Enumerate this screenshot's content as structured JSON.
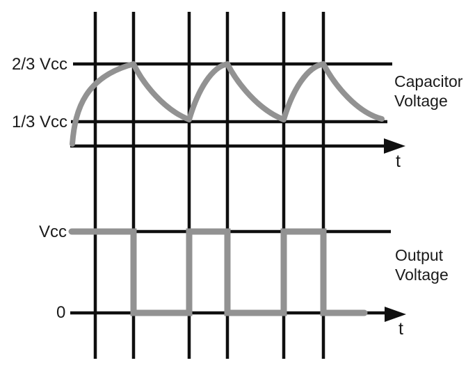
{
  "figure": {
    "background": "#ffffff",
    "colors": {
      "axis": "#0f0f0f",
      "waveform": "#929292"
    },
    "top_chart": {
      "label_line1": "Capacitor",
      "label_line2": "Voltage",
      "y_label_upper": "2/3 Vcc",
      "y_label_lower": "1/3 Vcc",
      "x_axis_label": "t"
    },
    "bottom_chart": {
      "label_line1": "Output",
      "label_line2": "Voltage",
      "y_label_upper": "Vcc",
      "y_label_lower": "0",
      "x_axis_label": "t"
    }
  },
  "chart_data": [
    {
      "type": "line",
      "title": "Capacitor Voltage",
      "xlabel": "t",
      "y_levels": [
        "1/3 Vcc",
        "2/3 Vcc"
      ],
      "waveform": "exponential charge/discharge: initial charge from 0 up to 2/3 Vcc, then oscillates between 2/3 Vcc (peaks) and 1/3 Vcc (troughs)",
      "segments": [
        {
          "phase": "charge",
          "from": "0",
          "to": "2/3 Vcc"
        },
        {
          "phase": "discharge",
          "from": "2/3 Vcc",
          "to": "1/3 Vcc"
        },
        {
          "phase": "charge",
          "from": "1/3 Vcc",
          "to": "2/3 Vcc"
        },
        {
          "phase": "discharge",
          "from": "2/3 Vcc",
          "to": "1/3 Vcc"
        },
        {
          "phase": "charge",
          "from": "1/3 Vcc",
          "to": "2/3 Vcc"
        },
        {
          "phase": "discharge",
          "from": "2/3 Vcc",
          "to": "1/3 Vcc"
        }
      ],
      "grid": true,
      "legend": false
    },
    {
      "type": "line",
      "title": "Output Voltage",
      "xlabel": "t",
      "y_levels": [
        "0",
        "Vcc"
      ],
      "waveform": "square wave: high (Vcc) while capacitor charges, low (0) while capacitor discharges; discharge intervals drawn longer than charge intervals",
      "segments": [
        {
          "level": "Vcc"
        },
        {
          "level": "0"
        },
        {
          "level": "Vcc"
        },
        {
          "level": "0"
        },
        {
          "level": "Vcc"
        },
        {
          "level": "0"
        }
      ],
      "grid": true,
      "legend": false
    }
  ]
}
